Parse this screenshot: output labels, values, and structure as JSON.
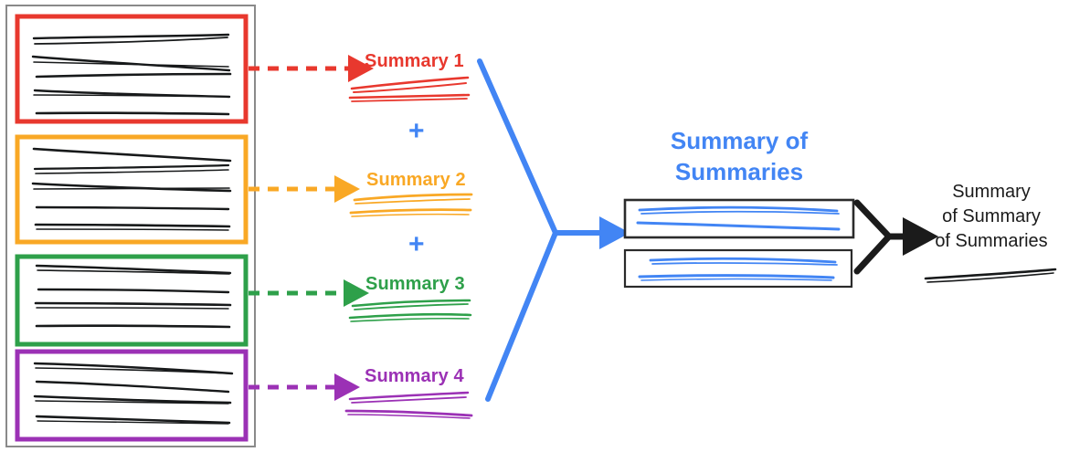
{
  "diagram": {
    "title_hidden": "",
    "colors": {
      "red": "#E8382E",
      "orange": "#F9A825",
      "green": "#2EA04A",
      "purple": "#9B31B5",
      "blue": "#4285F4",
      "black": "#1b1b1b",
      "grey_box": "#8a8a8a"
    },
    "source_panel": {
      "label": "source-document-stack",
      "groups": [
        {
          "id": "group-1",
          "color_key": "red",
          "color": "#E8382E",
          "n_lines": 5
        },
        {
          "id": "group-2",
          "color_key": "orange",
          "color": "#F9A825",
          "n_lines": 5
        },
        {
          "id": "group-3",
          "color_key": "green",
          "color": "#2EA04A",
          "n_lines": 4
        },
        {
          "id": "group-4",
          "color_key": "purple",
          "color": "#9B31B5",
          "n_lines": 4
        }
      ]
    },
    "summaries": [
      {
        "label": "Summary 1",
        "color": "#E8382E",
        "arrow": "dashed-arrow-red"
      },
      {
        "label": "Summary 2",
        "color": "#F9A825",
        "arrow": "dashed-arrow-orange"
      },
      {
        "label": "Summary 3",
        "color": "#2EA04A",
        "arrow": "dashed-arrow-green"
      },
      {
        "label": "Summary 4",
        "color": "#9B31B5",
        "arrow": "dashed-arrow-purple"
      }
    ],
    "operators": [
      {
        "symbol": "+",
        "name": "plus-operator-1"
      },
      {
        "symbol": "+",
        "name": "plus-operator-2"
      },
      {
        "symbol": "+",
        "name": "plus-operator-3"
      }
    ],
    "summary_of_summaries": {
      "title_line_1": "Summary of",
      "title_line_2": "Summaries",
      "title_full": "Summary of Summaries",
      "boxes": 2,
      "color": "#4285F4"
    },
    "final_output": {
      "line_1": "Summary",
      "line_2": "of Summary",
      "line_3": "of Summaries",
      "full": "Summary of Summary of Summaries",
      "color": "#1b1b1b"
    }
  }
}
